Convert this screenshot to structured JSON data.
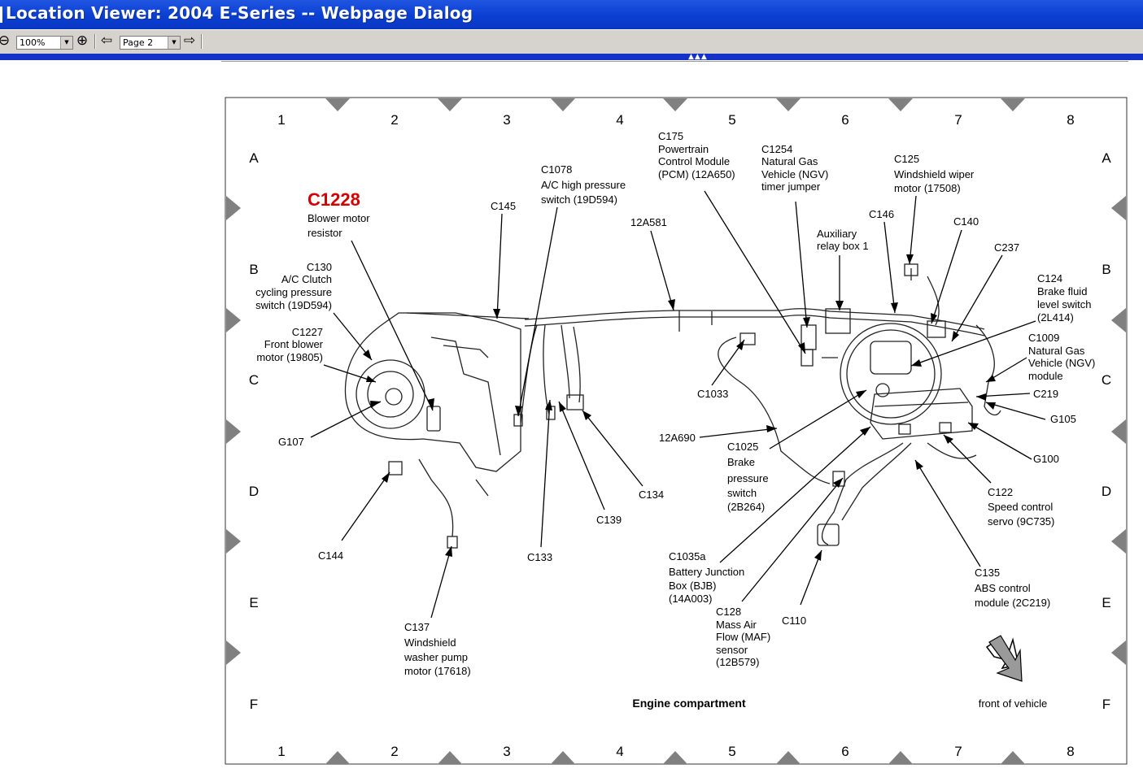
{
  "window": {
    "title": "Location Viewer: 2004 E-Series -- Webpage Dialog"
  },
  "toolbar": {
    "zoom_out_icon": "zoom-out-icon",
    "zoom_in_icon": "zoom-in-icon",
    "zoom_value": "100%",
    "page_value": "Page 2",
    "prev_icon": "previous-page-icon",
    "next_icon": "next-page-icon"
  },
  "diagram": {
    "title": "Engine compartment",
    "front_note": "front of vehicle",
    "grid_columns": [
      "1",
      "2",
      "3",
      "4",
      "5",
      "6",
      "7",
      "8"
    ],
    "grid_rows": [
      "A",
      "B",
      "C",
      "D",
      "E",
      "F"
    ],
    "highlight": {
      "id": "C1228",
      "desc1": "Blower motor",
      "desc2": "resistor",
      "color": "#d40000"
    },
    "labels": {
      "c145": "C145",
      "c1078_1": "C1078",
      "c1078_2": "A/C high pressure",
      "c1078_3": "switch (19D594)",
      "w12a581": "12A581",
      "c175_1": "C175",
      "c175_2": "Powertrain",
      "c175_3": "Control Module",
      "c175_4": "(PCM) (12A650)",
      "c1254_1": "C1254",
      "c1254_2": "Natural Gas",
      "c1254_3": "Vehicle (NGV)",
      "c1254_4": "timer jumper",
      "aux_1": "Auxiliary",
      "aux_2": "relay box 1",
      "c125_1": "C125",
      "c125_2": "Windshield wiper",
      "c125_3": "motor (17508)",
      "c146": "C146",
      "c140": "C140",
      "c237": "C237",
      "c124_1": "C124",
      "c124_2": "Brake fluid",
      "c124_3": "level switch",
      "c124_4": "(2L414)",
      "c1009_1": "C1009",
      "c1009_2": "Natural Gas",
      "c1009_3": "Vehicle (NGV)",
      "c1009_4": "module",
      "c219": "C219",
      "g105": "G105",
      "g100": "G100",
      "c122_1": "C122",
      "c122_2": "Speed control",
      "c122_3": "servo (9C735)",
      "c135_1": "C135",
      "c135_2": "ABS control",
      "c135_3": "module (2C219)",
      "c130_1": "C130",
      "c130_2": "A/C Clutch",
      "c130_3": "cycling pressure",
      "c130_4": "switch (19D594)",
      "c1227_1": "C1227",
      "c1227_2": "Front blower",
      "c1227_3": "motor (19805)",
      "g107": "G107",
      "c144": "C144",
      "c137_1": "C137",
      "c137_2": "Windshield",
      "c137_3": "washer pump",
      "c137_4": "motor (17618)",
      "c133": "C133",
      "c139": "C139",
      "c134": "C134",
      "c1033": "C1033",
      "w12a690": "12A690",
      "c1025_1": "C1025",
      "c1025_2": "Brake",
      "c1025_3": "pressure",
      "c1025_4": "switch",
      "c1025_5": "(2B264)",
      "c1035a_1": "C1035a",
      "c1035a_2": "Battery Junction",
      "c1035a_3": "Box (BJB)",
      "c1035a_4": "(14A003)",
      "c128_1": "C128",
      "c128_2": "Mass Air",
      "c128_3": "Flow (MAF)",
      "c128_4": "sensor",
      "c128_5": "(12B579)",
      "c110": "C110"
    }
  }
}
